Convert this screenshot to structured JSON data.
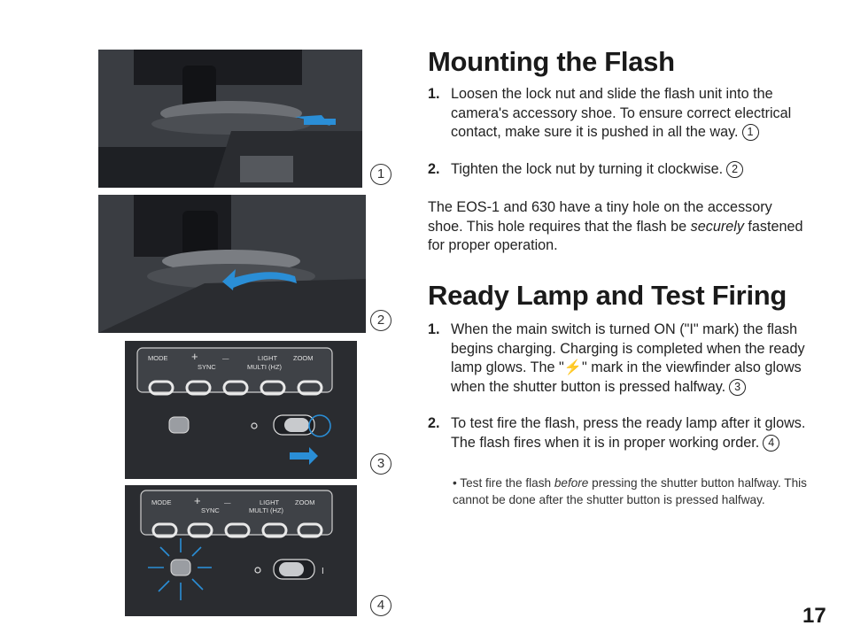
{
  "figure_numbers": [
    "1",
    "2",
    "3",
    "4"
  ],
  "control_panel": {
    "mode": "MODE",
    "plus": "+",
    "minus": "—",
    "sync": "SYNC",
    "light": "LIGHT",
    "zoom": "ZOOM",
    "multi_hz": "MULTI (HZ)",
    "switch_mark": "I"
  },
  "section1": {
    "title": "Mounting the Flash",
    "steps": [
      {
        "num": "1.",
        "text": "Loosen the lock nut and slide the flash unit into the camera's accessory shoe. To ensure correct electrical contact, make sure it is pushed in all the way.",
        "ref": "1"
      },
      {
        "num": "2.",
        "text": "Tighten the lock nut by turning it clockwise.",
        "ref": "2"
      }
    ],
    "note_pre": "The EOS-1 and 630 have a tiny hole on the accessory shoe. This hole requires that the flash be ",
    "note_em": "securely",
    "note_post": " fastened for proper operation."
  },
  "section2": {
    "title": "Ready Lamp and Test Firing",
    "steps": [
      {
        "num": "1.",
        "text": "When the main switch is turned ON (\"I\" mark) the flash begins charging. Charging is completed when the ready lamp glows. The \"⚡\" mark in the viewfinder also glows when the shutter button is pressed halfway.",
        "ref": "3"
      },
      {
        "num": "2.",
        "text": "To test fire the flash, press the ready lamp after it glows. The flash fires when it is in proper working order.",
        "ref": "4"
      }
    ],
    "bullet_pre": "• Test fire the flash ",
    "bullet_em": "before",
    "bullet_post": " pressing the shutter button halfway. This cannot be done after the shutter button is pressed halfway."
  },
  "page_number": "17",
  "colors": {
    "accent_blue": "#2a8ed6",
    "dark_body": "#2a2c30"
  }
}
